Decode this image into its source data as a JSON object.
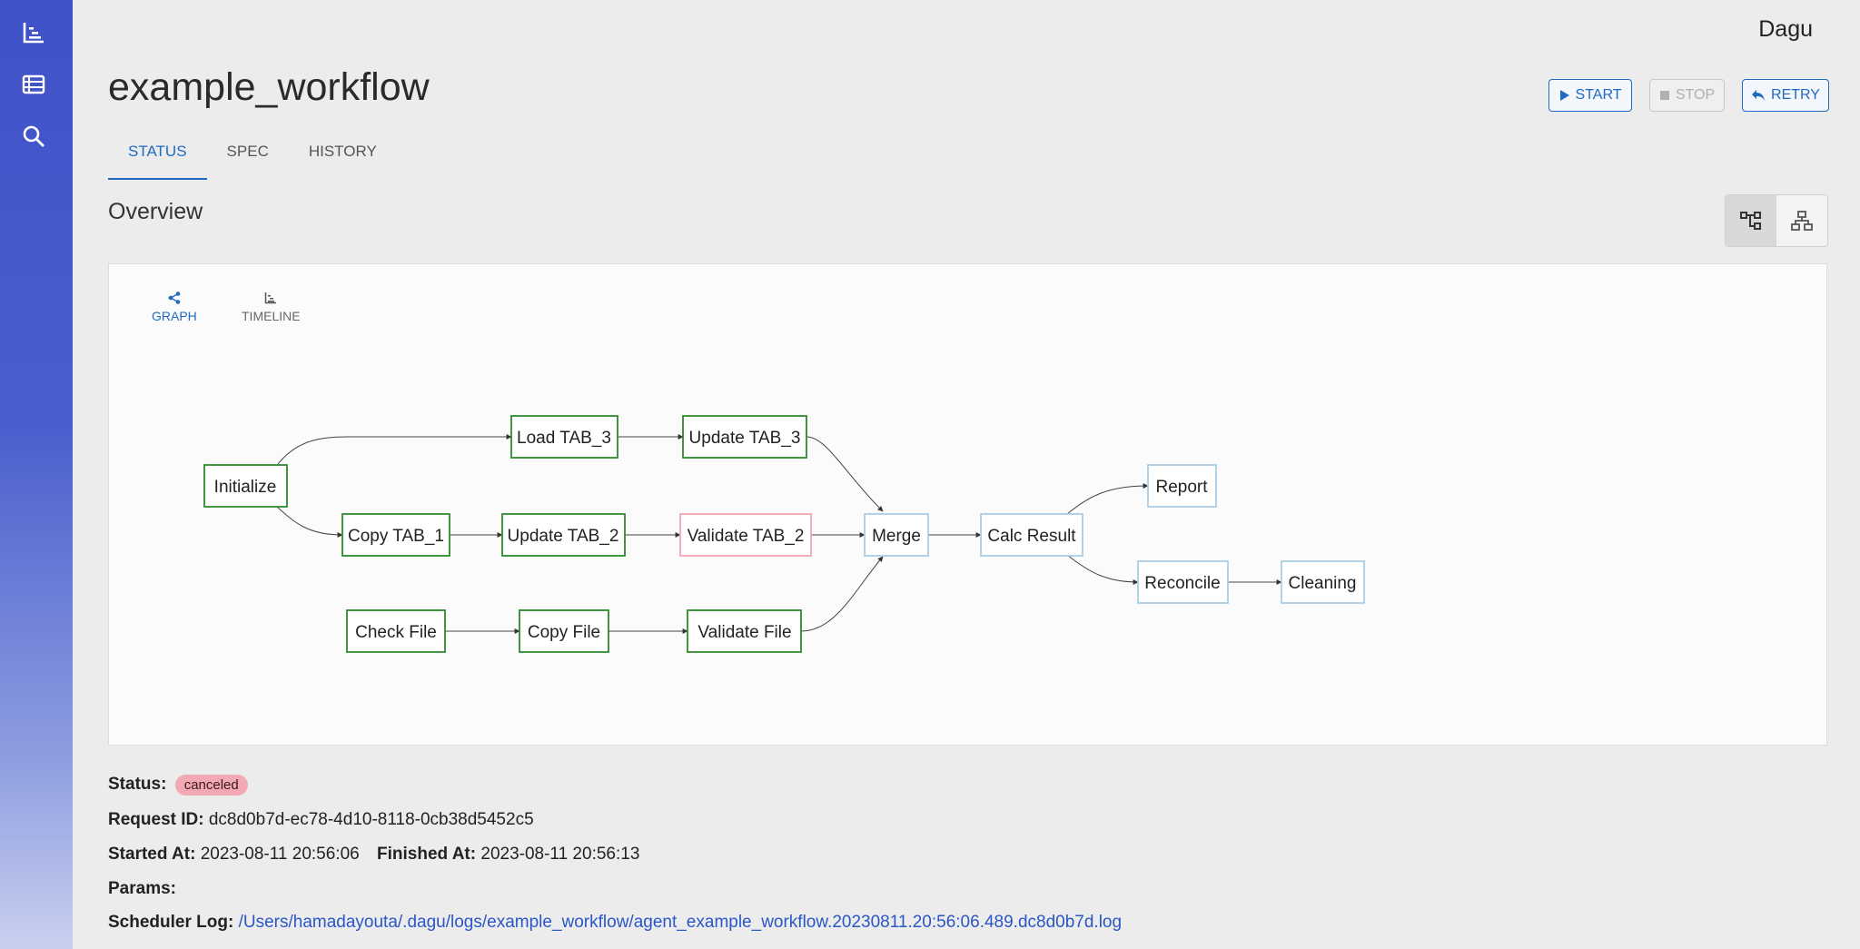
{
  "app": {
    "name": "Dagu"
  },
  "sidebar": {
    "items": [
      {
        "icon": "chart-icon"
      },
      {
        "icon": "list-icon"
      },
      {
        "icon": "search-icon"
      }
    ]
  },
  "header": {
    "title": "example_workflow",
    "actions": {
      "start": "START",
      "stop": "STOP",
      "retry": "RETRY"
    }
  },
  "tabs": [
    {
      "label": "STATUS",
      "active": true
    },
    {
      "label": "SPEC"
    },
    {
      "label": "HISTORY"
    }
  ],
  "overview": {
    "title": "Overview",
    "view_toggle": [
      {
        "icon": "horizontal-tree-icon",
        "active": true
      },
      {
        "icon": "vertical-tree-icon"
      }
    ],
    "panel_tabs": [
      {
        "label": "GRAPH",
        "icon": "share-icon",
        "active": true
      },
      {
        "label": "TIMELINE",
        "icon": "timeline-icon"
      }
    ]
  },
  "graph": {
    "nodes": {
      "initialize": "Initialize",
      "load_tab3": "Load TAB_3",
      "update_tab3": "Update TAB_3",
      "copy_tab1": "Copy TAB_1",
      "update_tab2": "Update TAB_2",
      "validate_tab2": "Validate TAB_2",
      "check_file": "Check File",
      "copy_file": "Copy File",
      "validate_file": "Validate File",
      "merge": "Merge",
      "calc_result": "Calc Result",
      "report": "Report",
      "reconcile": "Reconcile",
      "cleaning": "Cleaning"
    },
    "status_colors": {
      "success": "#2e8b2e",
      "failed": "#f2a5b5",
      "canceled": "#a9cde6"
    }
  },
  "details": {
    "status_label": "Status:",
    "status_value": "canceled",
    "request_id_label": "Request ID:",
    "request_id": "dc8d0b7d-ec78-4d10-8118-0cb38d5452c5",
    "started_label": "Started At:",
    "started_at": "2023-08-11 20:56:06",
    "finished_label": "Finished At:",
    "finished_at": "2023-08-11 20:56:13",
    "params_label": "Params:",
    "params_value": "",
    "log_label": "Scheduler Log:",
    "log_path": "/Users/hamadayouta/.dagu/logs/example_workflow/agent_example_workflow.20230811.20:56:06.489.dc8d0b7d.log"
  }
}
